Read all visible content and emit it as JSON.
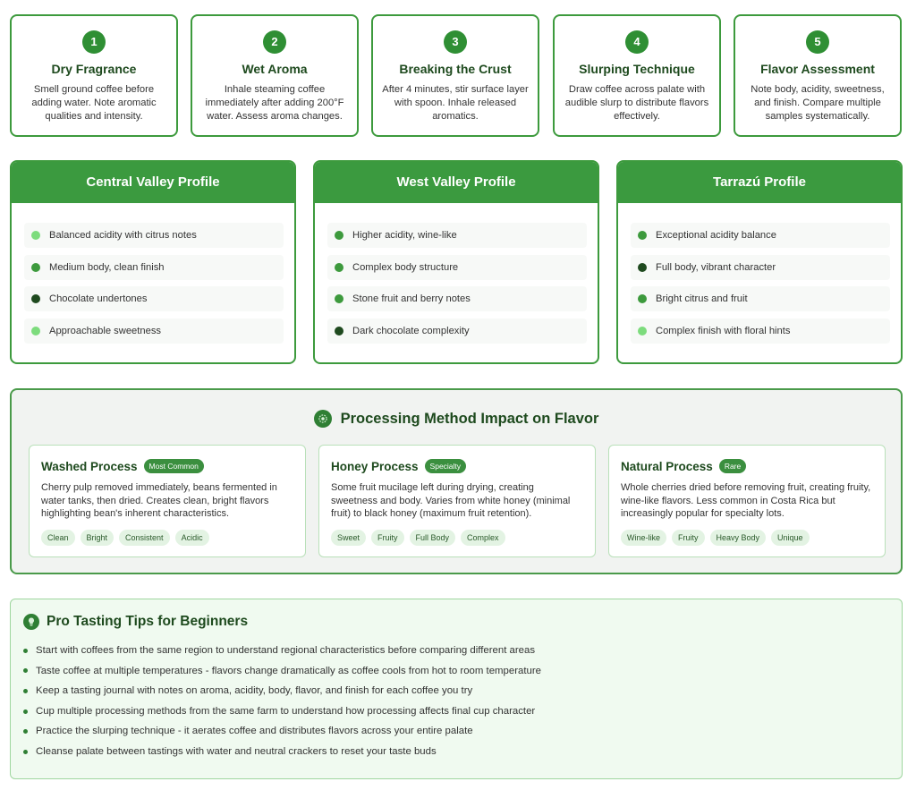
{
  "steps": [
    {
      "num": "1",
      "title": "Dry Fragrance",
      "desc": "Smell ground coffee before adding water. Note aromatic qualities and intensity."
    },
    {
      "num": "2",
      "title": "Wet Aroma",
      "desc": "Inhale steaming coffee immediately after adding 200°F water. Assess aroma changes."
    },
    {
      "num": "3",
      "title": "Breaking the Crust",
      "desc": "After 4 minutes, stir surface layer with spoon. Inhale released aromatics."
    },
    {
      "num": "4",
      "title": "Slurping Technique",
      "desc": "Draw coffee across palate with audible slurp to distribute flavors effectively."
    },
    {
      "num": "5",
      "title": "Flavor Assessment",
      "desc": "Note body, acidity, sweetness, and finish. Compare multiple samples systematically."
    }
  ],
  "profiles": [
    {
      "title": "Central Valley Profile",
      "items": [
        {
          "text": "Balanced acidity with citrus notes",
          "color": "#7ddc7d"
        },
        {
          "text": "Medium body, clean finish",
          "color": "#3d9a3d"
        },
        {
          "text": "Chocolate undertones",
          "color": "#1f4a1f"
        },
        {
          "text": "Approachable sweetness",
          "color": "#7ddc7d"
        }
      ]
    },
    {
      "title": "West Valley Profile",
      "items": [
        {
          "text": "Higher acidity, wine-like",
          "color": "#3d9a3d"
        },
        {
          "text": "Complex body structure",
          "color": "#3d9a3d"
        },
        {
          "text": "Stone fruit and berry notes",
          "color": "#3d9a3d"
        },
        {
          "text": "Dark chocolate complexity",
          "color": "#1f4a1f"
        }
      ]
    },
    {
      "title": "Tarrazú Profile",
      "items": [
        {
          "text": "Exceptional acidity balance",
          "color": "#3d9a3d"
        },
        {
          "text": "Full body, vibrant character",
          "color": "#1f4a1f"
        },
        {
          "text": "Bright citrus and fruit",
          "color": "#3d9a3d"
        },
        {
          "text": "Complex finish with floral hints",
          "color": "#7ddc7d"
        }
      ]
    }
  ],
  "processing": {
    "title": "Processing Method Impact on Flavor",
    "icon": "gear-icon",
    "methods": [
      {
        "title": "Washed Process",
        "badge": "Most Common",
        "desc": "Cherry pulp removed immediately, beans fermented in water tanks, then dried. Creates clean, bright flavors highlighting bean's inherent characteristics.",
        "tags": [
          "Clean",
          "Bright",
          "Consistent",
          "Acidic"
        ]
      },
      {
        "title": "Honey Process",
        "badge": "Specialty",
        "desc": "Some fruit mucilage left during drying, creating sweetness and body. Varies from white honey (minimal fruit) to black honey (maximum fruit retention).",
        "tags": [
          "Sweet",
          "Fruity",
          "Full Body",
          "Complex"
        ]
      },
      {
        "title": "Natural Process",
        "badge": "Rare",
        "desc": "Whole cherries dried before removing fruit, creating fruity, wine-like flavors. Less common in Costa Rica but increasingly popular for specialty lots.",
        "tags": [
          "Wine-like",
          "Fruity",
          "Heavy Body",
          "Unique"
        ]
      }
    ]
  },
  "tips": {
    "title": "Pro Tasting Tips for Beginners",
    "icon": "lightbulb-icon",
    "items": [
      "Start with coffees from the same region to understand regional characteristics before comparing different areas",
      "Taste coffee at multiple temperatures - flavors change dramatically as coffee cools from hot to room temperature",
      "Keep a tasting journal with notes on aroma, acidity, body, flavor, and finish for each coffee you try",
      "Cup multiple processing methods from the same farm to understand how processing affects final cup character",
      "Practice the slurping technique - it aerates coffee and distributes flavors across your entire palate",
      "Cleanse palate between tastings with water and neutral crackers to reset your taste buds"
    ]
  }
}
